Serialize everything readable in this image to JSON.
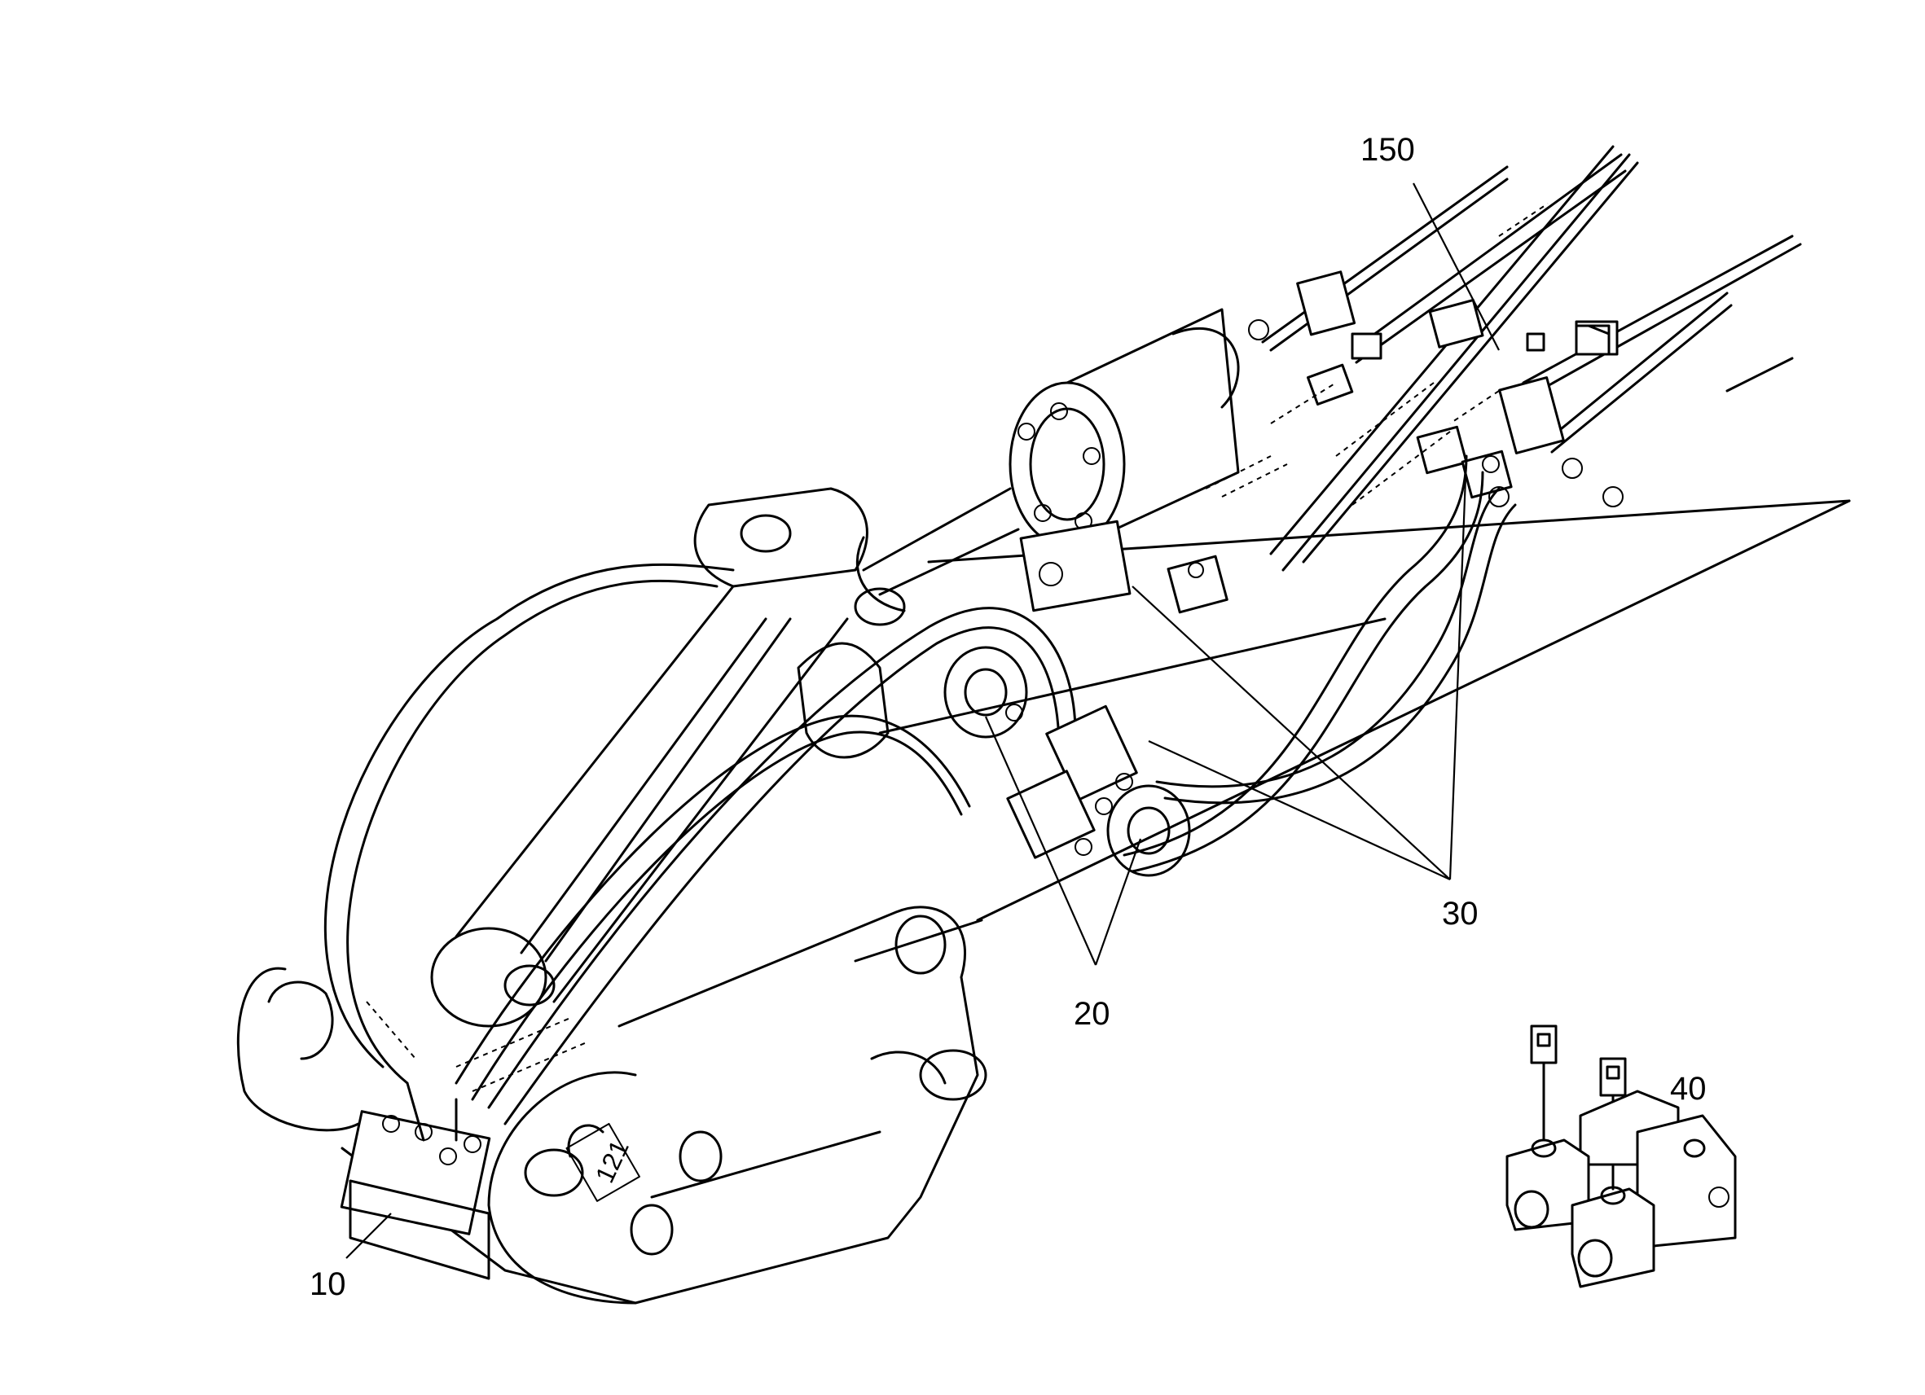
{
  "callouts": {
    "c10": "10",
    "c20": "20",
    "c30": "30",
    "c40": "40",
    "c150": "150"
  },
  "plate_marking": "121",
  "colors": {
    "line": "#000000",
    "background": "#ffffff"
  }
}
